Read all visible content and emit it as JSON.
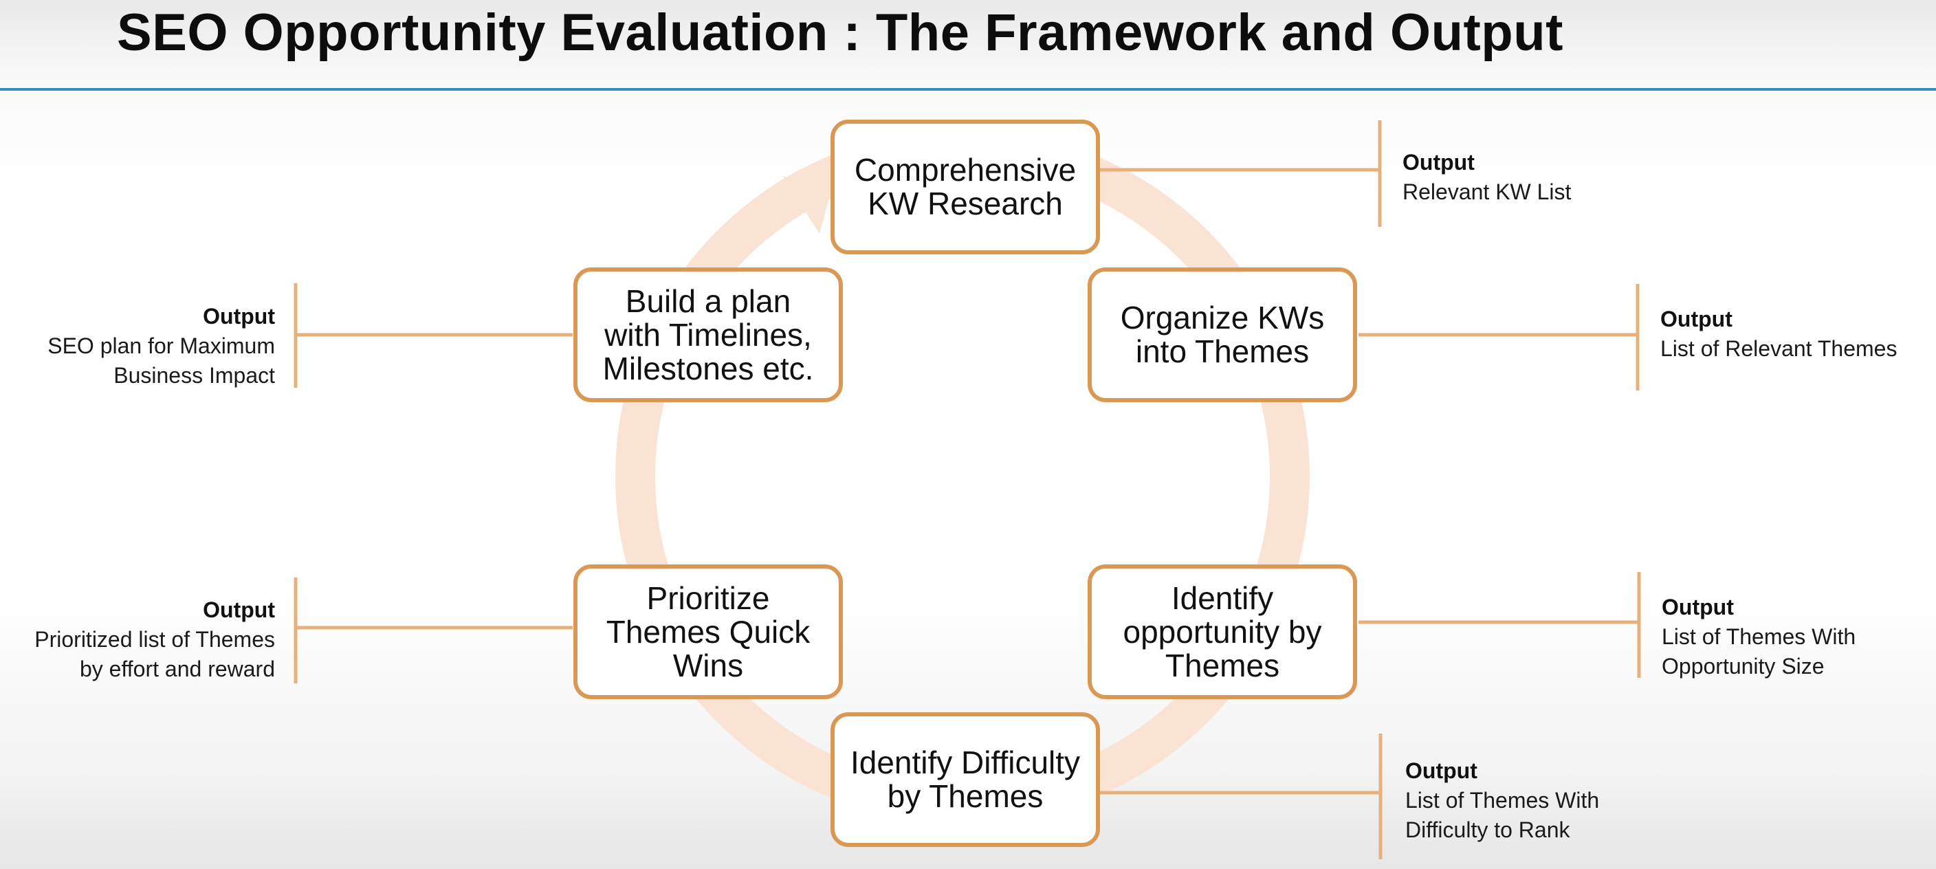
{
  "title": "SEO Opportunity Evaluation : The Framework and Output",
  "colors": {
    "box_border": "#d99854",
    "connector": "#e8b07a",
    "cycle_arrow": "#fbe3d4",
    "title_rule": "#2f8fc0"
  },
  "steps": [
    {
      "id": "kw-research",
      "label": "Comprehensive\nKW Research",
      "output_label": "Output",
      "output_text": "Relevant KW List"
    },
    {
      "id": "organize",
      "label": "Organize KWs\ninto Themes",
      "output_label": "Output",
      "output_text": "List of Relevant Themes"
    },
    {
      "id": "opportunity",
      "label": "Identify\nopportunity by\nThemes",
      "output_label": "Output",
      "output_text": "List of Themes With\nOpportunity Size"
    },
    {
      "id": "difficulty",
      "label": "Identify Difficulty\nby Themes",
      "output_label": "Output",
      "output_text": "List of Themes With\nDifficulty to Rank"
    },
    {
      "id": "prioritize",
      "label": "Prioritize\nThemes  Quick\nWins",
      "output_label": "Output",
      "output_text": "Prioritized list of Themes\nby effort and reward"
    },
    {
      "id": "plan",
      "label": "Build a plan\nwith Timelines,\nMilestones etc.",
      "output_label": "Output",
      "output_text": "SEO plan for Maximum\nBusiness Impact"
    }
  ]
}
